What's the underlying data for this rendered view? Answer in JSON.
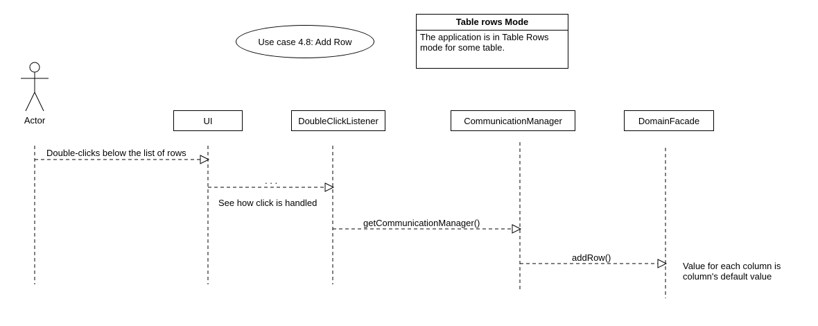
{
  "use_case": {
    "label": "Use case 4.8: Add Row"
  },
  "mode_box": {
    "title": "Table rows Mode",
    "line1": "The application is in Table Rows",
    "line2": "mode for some table."
  },
  "actor": {
    "label": "Actor"
  },
  "participants": [
    {
      "label": "UI"
    },
    {
      "label": "DoubleClickListener"
    },
    {
      "label": "CommunicationManager"
    },
    {
      "label": "DomainFacade"
    }
  ],
  "messages": [
    {
      "label": "Double-clicks below the list of rows"
    },
    {
      "label": ". . ."
    },
    {
      "label": "getCommunicationManager()"
    },
    {
      "label": "addRow()"
    }
  ],
  "notes": {
    "click_handled": "See how click is handled",
    "default_line1": "Value for each column is",
    "default_line2": "column's default value"
  }
}
